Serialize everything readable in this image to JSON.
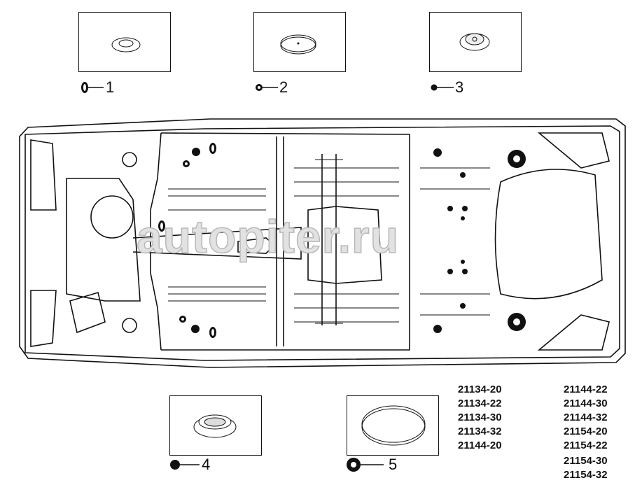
{
  "callouts": [
    "1",
    "2",
    "3",
    "4",
    "5"
  ],
  "model_codes": {
    "left": [
      "21134-20",
      "21134-22",
      "21134-30",
      "21134-32",
      "21144-20"
    ],
    "right": [
      "21144-22",
      "21144-30",
      "21144-32",
      "21154-20",
      "21154-22",
      "21154-30",
      "21154-32"
    ]
  },
  "watermark": "autopiter.ru"
}
